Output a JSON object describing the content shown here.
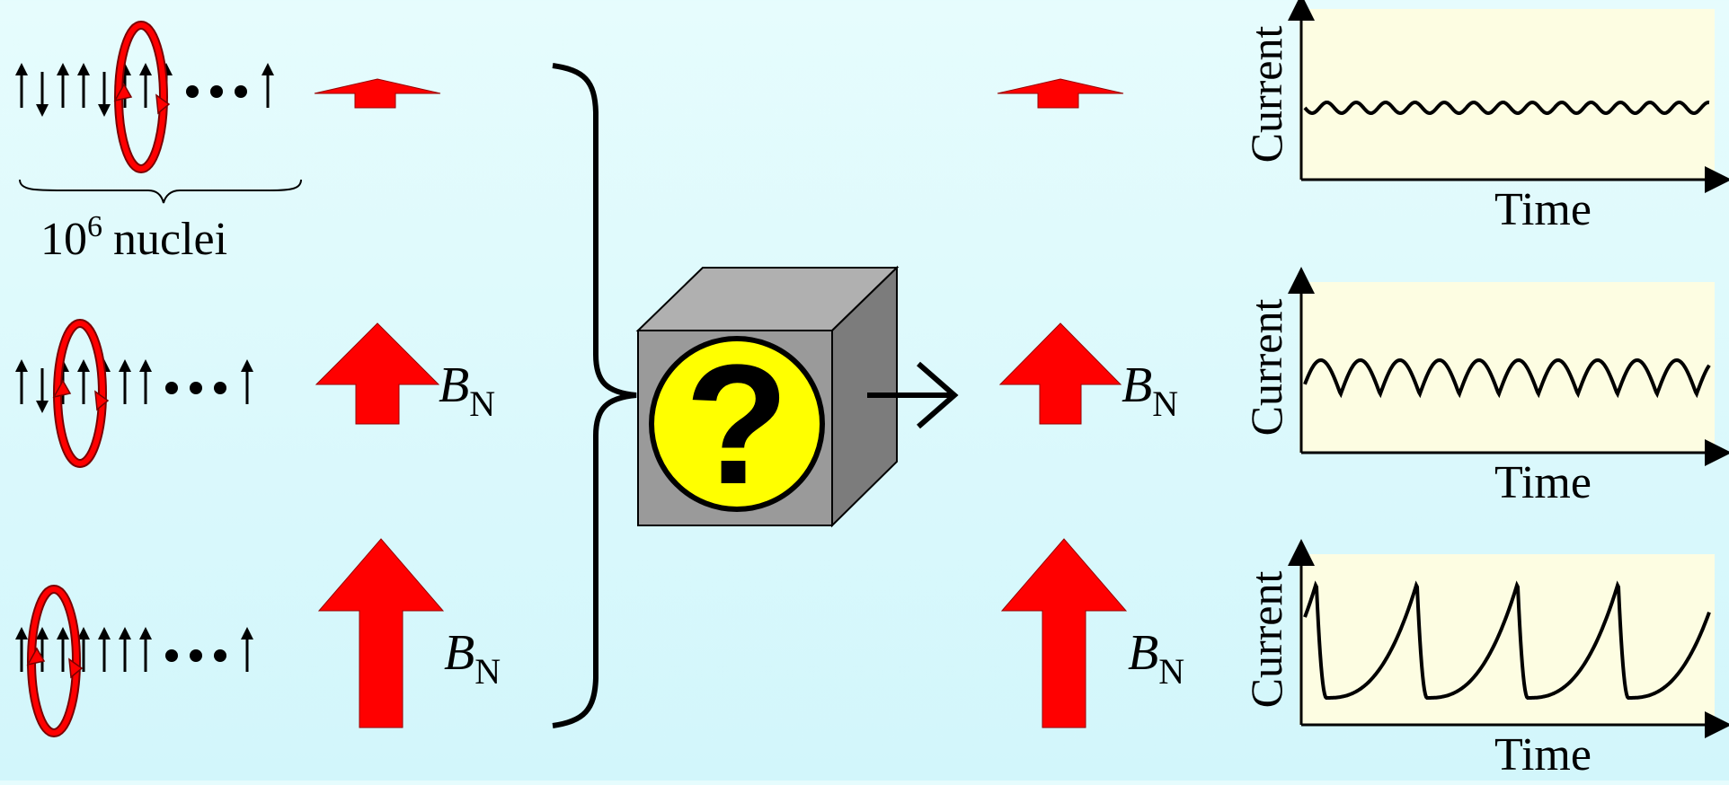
{
  "labels": {
    "nuclei_base": "10",
    "nuclei_exp": "6",
    "nuclei_word": "nuclei",
    "field_symbol": "B",
    "field_subscript": "N",
    "question_mark": "?",
    "ellipsis": "• • •"
  },
  "graphs": [
    {
      "ylabel": "Current",
      "xlabel": "Time",
      "waveform": "small-ripple"
    },
    {
      "ylabel": "Current",
      "xlabel": "Time",
      "waveform": "oscillation"
    },
    {
      "ylabel": "Current",
      "xlabel": "Time",
      "waveform": "spikes"
    }
  ],
  "colors": {
    "arrow_red": "#ff0000",
    "graph_bg": "#fdfde2",
    "box_front": "#9a9a9a",
    "box_top": "#b0b0b0",
    "box_side": "#7c7c7c",
    "circle_yellow": "#ffff00"
  }
}
